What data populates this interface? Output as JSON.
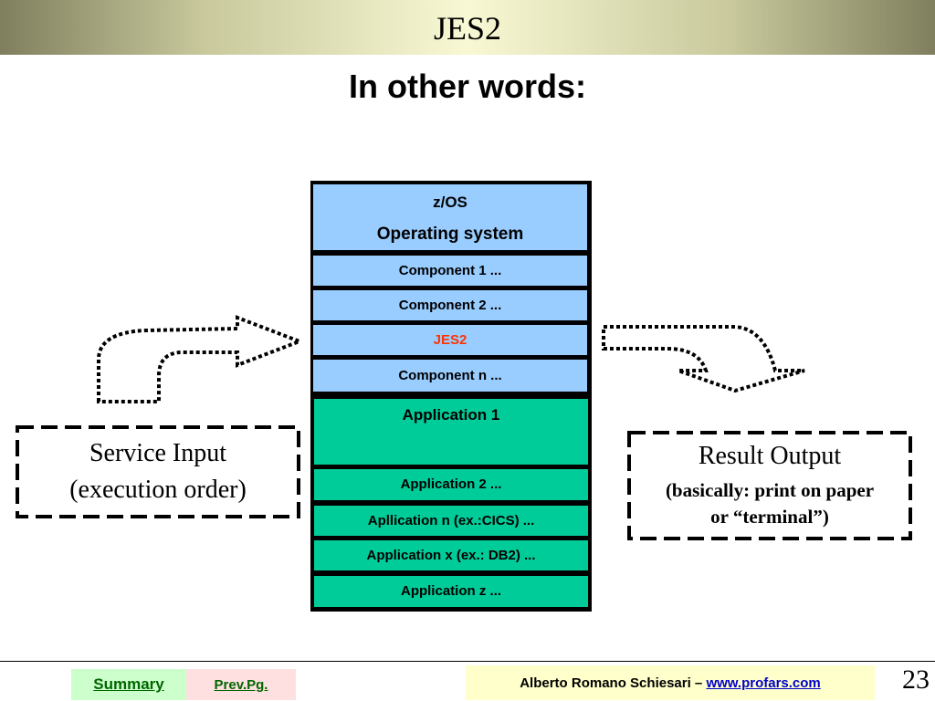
{
  "header": {
    "title": "JES2"
  },
  "subtitle": "In other words:",
  "stack": {
    "os_layers": [
      {
        "label_line1": "z/OS",
        "label_line2": "Operating system"
      },
      {
        "label": "Component 1 ..."
      },
      {
        "label": "Component 2 ..."
      },
      {
        "label": "JES2",
        "color": "#ff3300"
      },
      {
        "label": "Component n ..."
      }
    ],
    "app_layers": [
      {
        "label": "Application 1"
      },
      {
        "label": "Application 2 ..."
      },
      {
        "label": "Apllication n (ex.:CICS) ..."
      },
      {
        "label": "Application x (ex.: DB2) ..."
      },
      {
        "label": "Application z ..."
      }
    ],
    "os_color": "#99ccff",
    "app_color": "#00cc99"
  },
  "input_box": {
    "line1": "Service Input",
    "line2": "(execution order)"
  },
  "output_box": {
    "line1": "Result Output",
    "line2": "(basically: print on  paper",
    "line3": "or “terminal”)"
  },
  "footer": {
    "summary_label": "Summary",
    "prev_label": "Prev.Pg.",
    "author": "Alberto Romano Schiesari – ",
    "url": "www.profars.com",
    "page": "23"
  }
}
